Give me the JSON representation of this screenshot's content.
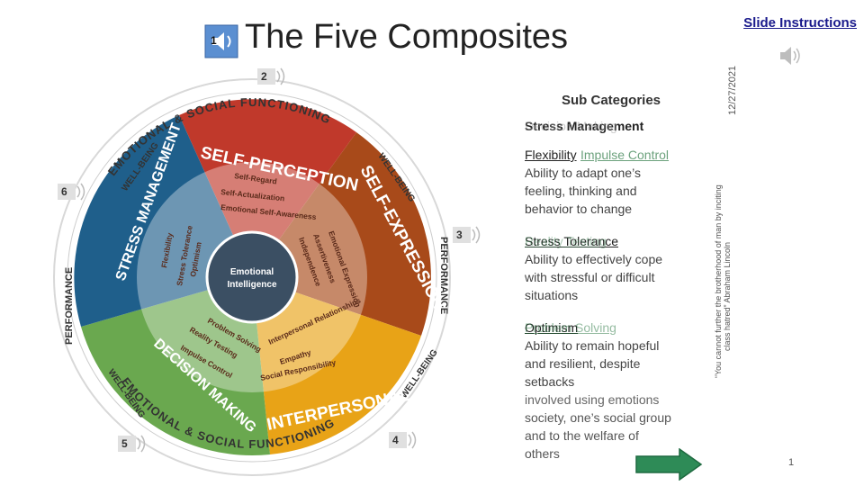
{
  "slide": {
    "title": "The Five Composites",
    "instructions_link": "Slide Instructions",
    "date": "12/27/2021",
    "quote_line1": "“You cannot further the brotherhood of man by inciting",
    "quote_line2": "class hatred” Abraham Lincoln",
    "page_number": "1"
  },
  "audio_markers": [
    "1",
    "2",
    "3",
    "4",
    "5",
    "6"
  ],
  "wheel": {
    "outer_ring_top": "EMOTIONAL & SOCIAL FUNCTIONING",
    "outer_ring_bottom": "EMOTIONAL & SOCIAL FUNCTIONING",
    "left_ring": "PERFORMANCE",
    "right_ring": "PERFORMANCE",
    "wellbeing": "WELL-BEING",
    "center_line1": "Emotional",
    "center_line2": "Intelligence",
    "composites": {
      "self_perception": "SELF-PERCEPTION",
      "self_expression": "SELF-EXPRESSION",
      "interpersonal": "INTERPERSONAL",
      "decision_making": "DECISION MAKING",
      "stress_management": "STRESS MANAGEMENT"
    },
    "sub": {
      "self_regard": "Self-Regard",
      "self_actualization": "Self-Actualization",
      "emotional_self_awareness": "Emotional Self-Awareness",
      "emotional_expression": "Emotional Expression",
      "assertiveness": "Assertiveness",
      "independence": "Independence",
      "interpersonal_relationships": "Interpersonal Relationships",
      "empathy": "Empathy",
      "social_responsibility": "Social Responsibility",
      "problem_solving": "Problem Solving",
      "reality_testing": "Reality Testing",
      "impulse_control": "Impulse Control",
      "flexibility": "Flexibility",
      "stress_tolerance": "Stress Tolerance",
      "optimism": "Optimism"
    }
  },
  "subcategories": {
    "heading": "Sub Categories",
    "composite_name": "Stress Management",
    "ghost_composite": "Decision Making",
    "items": [
      {
        "name": "Flexibility",
        "ghost_name": "Impulse Control",
        "desc_l1": "Ability to adapt one’s",
        "desc_l2": "feeling, thinking and",
        "desc_l3": "behavior to change"
      },
      {
        "name": "Stress Tolerance",
        "ghost_name": "Reality Testing",
        "desc_l1": "Ability to effectively cope",
        "desc_l2": "with stressful or difficult",
        "desc_l3": "situations"
      },
      {
        "name": "Optimism",
        "ghost_name": "Problem Solving",
        "desc_l1": "Ability to remain hopeful",
        "desc_l2": "and resilient, despite",
        "desc_l3": "setbacks"
      }
    ],
    "trailing_l1": "involved using emotions",
    "trailing_l2": "society, one’s social group",
    "trailing_l3": "and to the welfare of",
    "trailing_l4": "others"
  },
  "colors": {
    "self_perception": "#c0392b",
    "self_expression": "#a84a1a",
    "interpersonal": "#e8a317",
    "decision_making": "#6aa84f",
    "stress_management": "#1f5f8b",
    "center": "#3b4f63",
    "arrow": "#2e8b57"
  }
}
